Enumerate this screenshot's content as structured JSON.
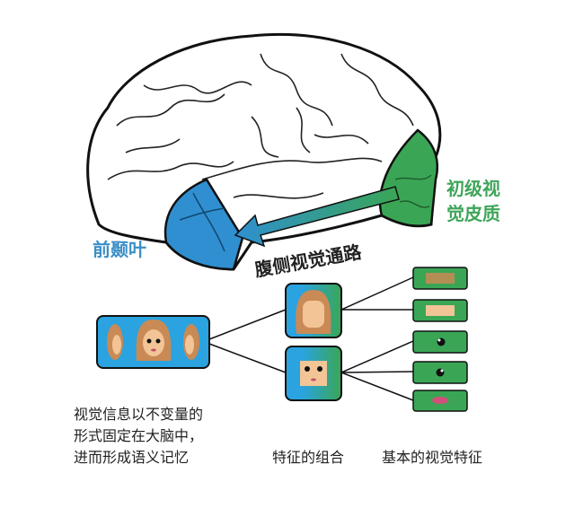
{
  "brain_labels": {
    "primary_visual_cortex_line1": "初级视",
    "primary_visual_cortex_line2": "觉皮质",
    "anterior_temporal_lobe": "前颞叶",
    "ventral_visual_pathway": "腹侧视觉通路"
  },
  "captions": {
    "semantic_memory_line1": "视觉信息以不变量的",
    "semantic_memory_line2": "形式固定在大脑中，",
    "semantic_memory_line3": "进而形成语义记忆",
    "feature_combination": "特征的组合",
    "basic_visual_features": "基本的视觉特征"
  },
  "colors": {
    "blue": "#2f8fd0",
    "green": "#3aa655",
    "label_blue": "#3b8fc6",
    "label_green": "#3ea55a",
    "hair": "#c98a55",
    "skin": "#f2c496"
  }
}
